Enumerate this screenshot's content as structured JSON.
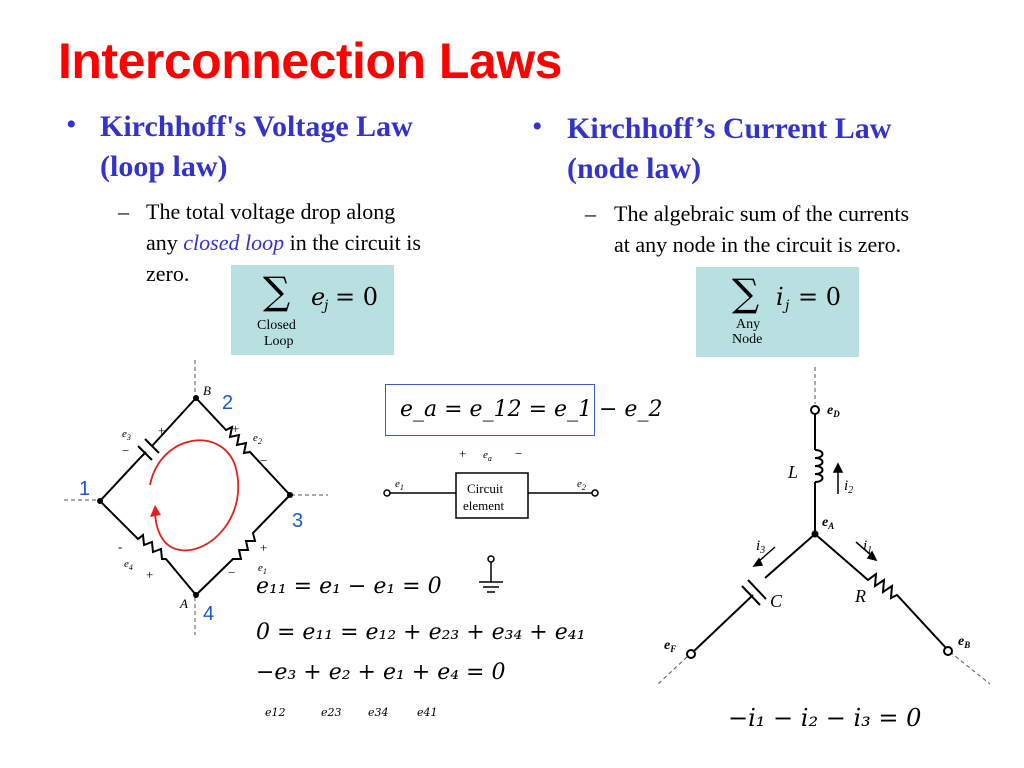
{
  "title": "Interconnection Laws",
  "bullet_symbol": "•",
  "dash_symbol": "–",
  "kvl": {
    "name_line1": "Kirchhoff's Voltage Law",
    "name_line2": "(loop law)",
    "desc_part1": "The total voltage drop along",
    "desc_part2a": "any ",
    "desc_emph": "closed loop",
    "desc_part2b": " in the circuit is",
    "desc_part3": "zero.",
    "box": {
      "sum": "∑",
      "var": "e",
      "sub": "j",
      "rhs": "= 0",
      "under1": "Closed",
      "under2": "Loop"
    }
  },
  "kcl": {
    "name_line1": "Kirchhoff’s Current Law",
    "name_line2": "(node law)",
    "desc_line1": "The algebraic sum of the currents",
    "desc_line2": "at any node in the circuit is zero.",
    "box": {
      "sum": "∑",
      "var": "i",
      "sub": "j",
      "rhs": "= 0",
      "under1": "Any",
      "under2": "Node"
    }
  },
  "bridge": {
    "node_labels": {
      "B": "B",
      "A": "A"
    },
    "node_numbers": {
      "n1": "1",
      "n2": "2",
      "n3": "3",
      "n4": "4"
    },
    "element_labels": {
      "e1": "e1",
      "e2": "e2",
      "e3": "e3",
      "e4": "e4"
    },
    "polarity": {
      "plus": "+",
      "minus": "−",
      "dash": "-"
    }
  },
  "circuit_element": {
    "equation": "e_a = e_12 = e_1 − e_2",
    "label_line1": "Circuit",
    "label_line2": "element",
    "ea": "e",
    "ea_sub": "a",
    "left_node": "e",
    "left_sub": "1",
    "right_node": "e",
    "right_sub": "2",
    "plus": "+",
    "minus": "−"
  },
  "equations": {
    "line1": "e₁₁ = e₁ − e₁ = 0",
    "line2": "0 = e₁₁ = e₁₂ + e₂₃ + e₃₄ + e₄₁",
    "line3": "−e₃ + e₂ + e₁ + e₄ = 0",
    "sub_labels": [
      "e12",
      "e23",
      "e34",
      "e41"
    ]
  },
  "node_circuit": {
    "eD": "e",
    "eD_sub": "D",
    "eA": "e",
    "eA_sub": "A",
    "eF": "e",
    "eF_sub": "F",
    "eB": "e",
    "eB_sub": "B",
    "L": "L",
    "C": "C",
    "R": "R",
    "i1": "i",
    "i1_sub": "1",
    "i2": "i",
    "i2_sub": "2",
    "i3": "i",
    "i3_sub": "3",
    "kcl_equation": "−i₁ − i₂ − i₃ = 0"
  },
  "colors": {
    "title": "#ff0000",
    "heading": "#3333cc",
    "box": "#b9e0e0",
    "loop_arrow": "#e0201a",
    "node_number": "#1a56d6"
  }
}
